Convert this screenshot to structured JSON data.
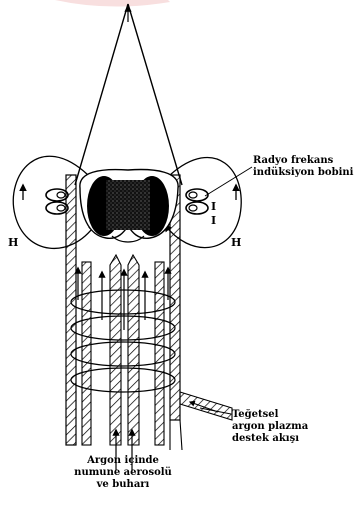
{
  "labels": {
    "rf_coil": [
      "Radyo frekans",
      "indüksiyon bobini"
    ],
    "tangential_flow": [
      "Teğetsel",
      "argon plazma",
      "destek akışı"
    ],
    "argon_sample": [
      "Argon içinde",
      "numune aerosolü",
      "ve buharı"
    ],
    "magnetic_field": "H",
    "current": "I"
  },
  "colors": {
    "ink": "#000000",
    "background": "#ffffff",
    "accent_smudge": "#f4c9c9"
  }
}
